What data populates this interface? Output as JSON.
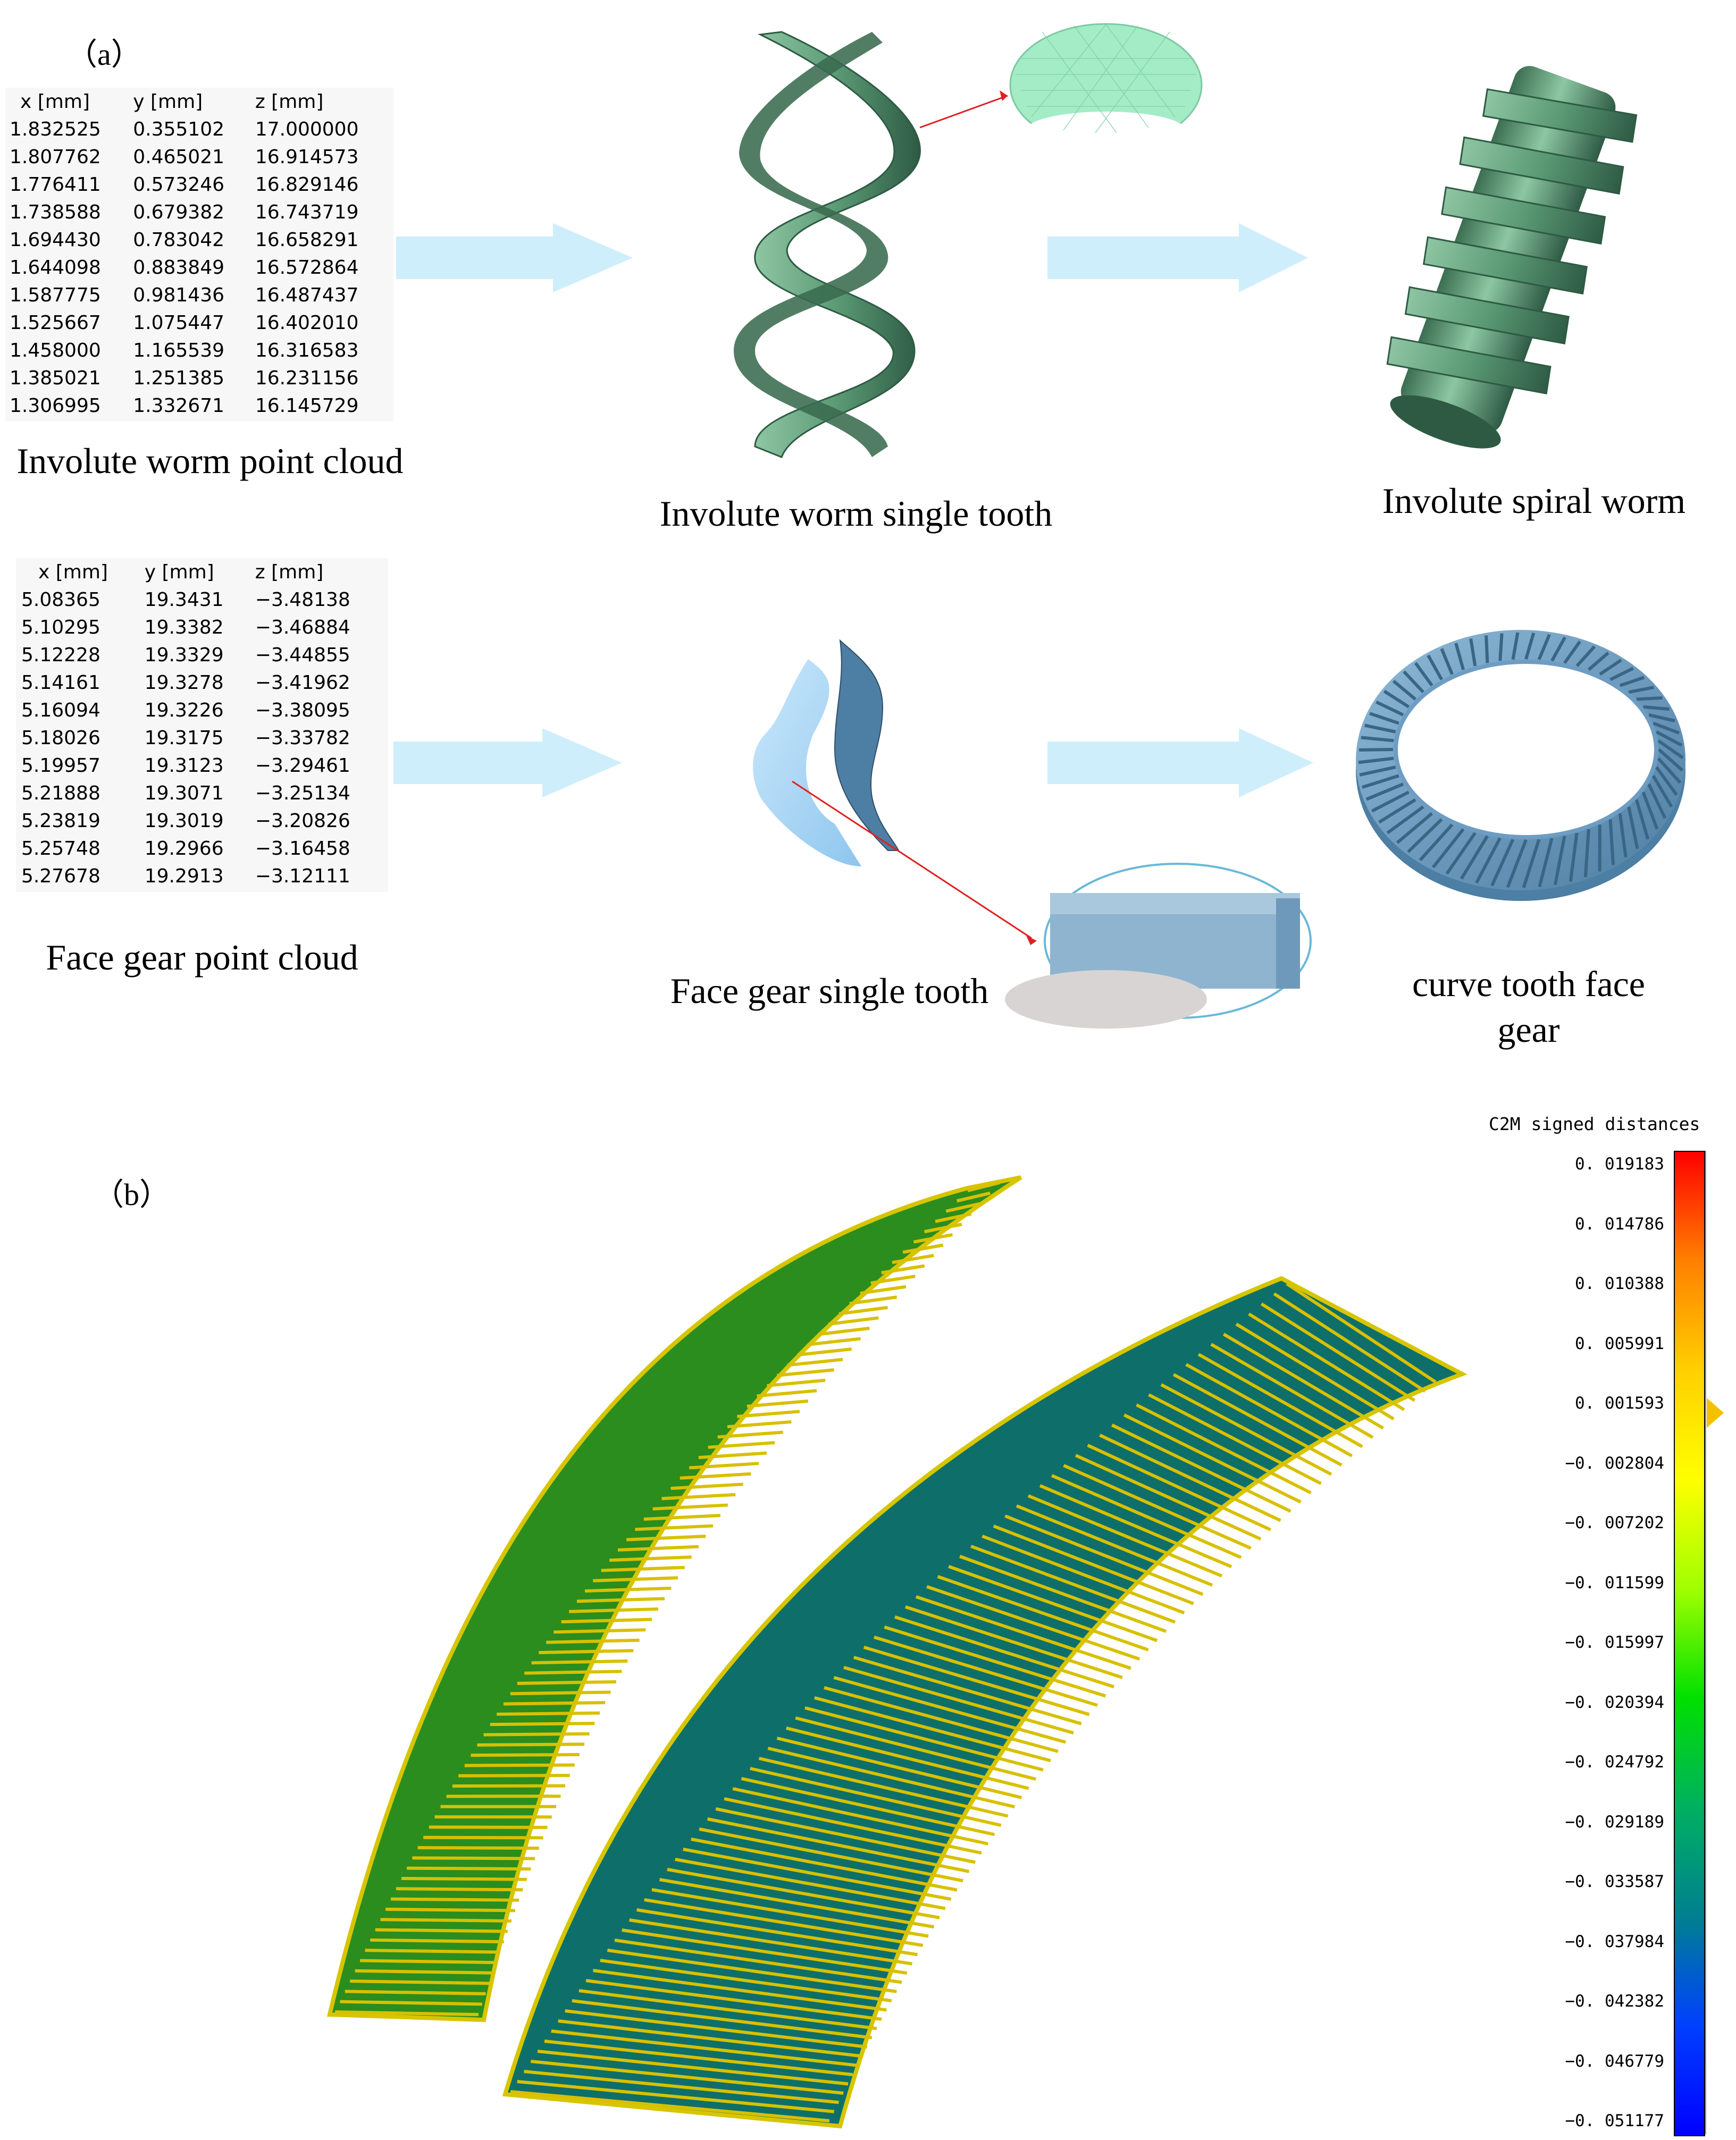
{
  "panel_a": {
    "label": "（a）",
    "worm_table": {
      "headers": [
        "x [mm]",
        "y [mm]",
        "z [mm]"
      ],
      "rows": [
        [
          "1.832525",
          "0.355102",
          "17.000000"
        ],
        [
          "1.807762",
          "0.465021",
          "16.914573"
        ],
        [
          "1.776411",
          "0.573246",
          "16.829146"
        ],
        [
          "1.738588",
          "0.679382",
          "16.743719"
        ],
        [
          "1.694430",
          "0.783042",
          "16.658291"
        ],
        [
          "1.644098",
          "0.883849",
          "16.572864"
        ],
        [
          "1.587775",
          "0.981436",
          "16.487437"
        ],
        [
          "1.525667",
          "1.075447",
          "16.402010"
        ],
        [
          "1.458000",
          "1.165539",
          "16.316583"
        ],
        [
          "1.385021",
          "1.251385",
          "16.231156"
        ],
        [
          "1.306995",
          "1.332671",
          "16.145729"
        ]
      ]
    },
    "face_table": {
      "headers": [
        "x [mm]",
        "y [mm]",
        "z [mm]"
      ],
      "rows": [
        [
          "5.08365",
          "19.3431",
          "−3.48138"
        ],
        [
          "5.10295",
          "19.3382",
          "−3.46884"
        ],
        [
          "5.12228",
          "19.3329",
          "−3.44855"
        ],
        [
          "5.14161",
          "19.3278",
          "−3.41962"
        ],
        [
          "5.16094",
          "19.3226",
          "−3.38095"
        ],
        [
          "5.18026",
          "19.3175",
          "−3.33782"
        ],
        [
          "5.19957",
          "19.3123",
          "−3.29461"
        ],
        [
          "5.21888",
          "19.3071",
          "−3.25134"
        ],
        [
          "5.23819",
          "19.3019",
          "−3.20826"
        ],
        [
          "5.25748",
          "19.2966",
          "−3.16458"
        ],
        [
          "5.27678",
          "19.2913",
          "−3.12111"
        ]
      ]
    },
    "captions": {
      "worm_cloud": "Involute worm point cloud",
      "worm_tooth": "Involute worm single tooth",
      "worm_full": "Involute spiral worm",
      "face_cloud": "Face gear point cloud",
      "face_tooth": "Face gear single tooth",
      "face_full_line1": "curve tooth face",
      "face_full_line2": "gear"
    }
  },
  "panel_b": {
    "label": "（b）",
    "colorbar": {
      "title": "C2M signed distances",
      "ticks": [
        "0. 019183",
        "0. 014786",
        "0. 010388",
        "0. 005991",
        "0. 001593",
        "−0. 002804",
        "−0. 007202",
        "−0. 011599",
        "−0. 015997",
        "−0. 020394",
        "−0. 024792",
        "−0. 029189",
        "−0. 033587",
        "−0. 037984",
        "−0. 042382",
        "−0. 046779",
        "−0. 051177"
      ],
      "gradient_colors": [
        "#ff0000",
        "#ff8000",
        "#ffd000",
        "#ffff00",
        "#a0ff00",
        "#00e000",
        "#00b060",
        "#008090",
        "#0040ff",
        "#0000ff"
      ]
    }
  },
  "colors": {
    "worm_green": "#5fa27a",
    "worm_dark": "#2f5a45",
    "face_blue": "#6d9ec6",
    "face_light": "#a9d4f2",
    "arrow_fill": "#cfeefb"
  }
}
